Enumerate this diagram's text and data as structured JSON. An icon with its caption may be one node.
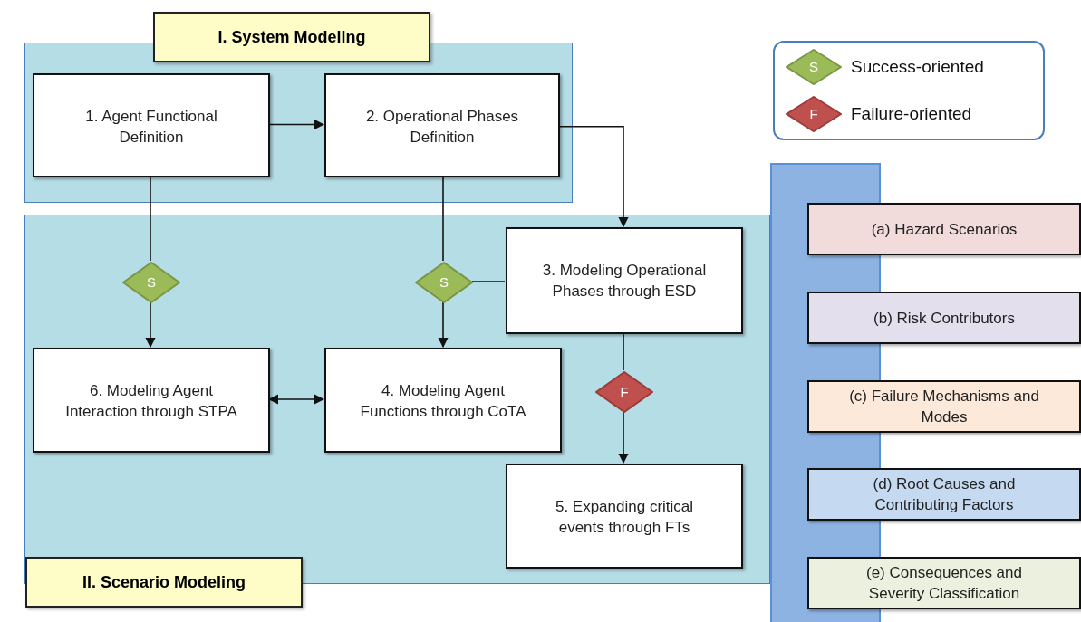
{
  "diagram": {
    "nodes": [
      {
        "text": [
          "I. System Modeling"
        ]
      },
      {
        "text": [
          "1. Agent Functional Definition"
        ],
        "in": 0
      },
      {
        "text": [
          "2. Operational Phases Definition"
        ],
        "in": 0
      },
      {
        "text": [
          "II. Scenario Modeling"
        ]
      },
      {
        "text": [
          "S"
        ],
        "in": 3
      },
      {
        "text": [
          "S"
        ],
        "in": 3
      },
      {
        "text": [
          "3. Modeling Operational Phases through ESD"
        ],
        "in": 3
      },
      {
        "text": [
          "6. Modeling Agent Interaction through STPA"
        ],
        "in": 3
      },
      {
        "text": [
          "4. Modeling Agent Functions through CoTA"
        ],
        "in": 3
      },
      {
        "text": [
          "F"
        ],
        "in": 3
      },
      {
        "text": [
          "5. Expanding critical events through FTs"
        ],
        "in": 3
      },
      {
        "text": [
          "(a) Hazard Scenarios"
        ]
      },
      {
        "text": [
          "(b) Risk Contributors"
        ]
      },
      {
        "text": [
          "(c) Failure Mechanisms and Modes"
        ]
      },
      {
        "text": [
          "(d) Root Causes and Contributing Factors"
        ]
      },
      {
        "text": [
          "(e) Consequences and Severity Classification"
        ]
      },
      {
        "text": [],
        "shape": "bar"
      }
    ],
    "edges": [
      {
        "from": 1,
        "to": 2,
        "arrow": "to"
      },
      {
        "from": 2,
        "to": 6,
        "arrow": "to"
      },
      {
        "from": 1,
        "to": 4,
        "arrow": "none"
      },
      {
        "from": 4,
        "to": 7,
        "arrow": "to"
      },
      {
        "from": 2,
        "to": 5,
        "arrow": "none"
      },
      {
        "from": 5,
        "to": 8,
        "arrow": "to"
      },
      {
        "from": 6,
        "to": 5,
        "arrow": "none"
      },
      {
        "from": 7,
        "to": 8,
        "arrow": "both"
      },
      {
        "from": 6,
        "to": 9,
        "arrow": "none"
      },
      {
        "from": 9,
        "to": 10,
        "arrow": "to"
      }
    ],
    "labels": [
      "S",
      "F"
    ],
    "legend": [
      {
        "text": "Success-oriented"
      },
      {
        "text": "Failure-oriented"
      }
    ]
  }
}
